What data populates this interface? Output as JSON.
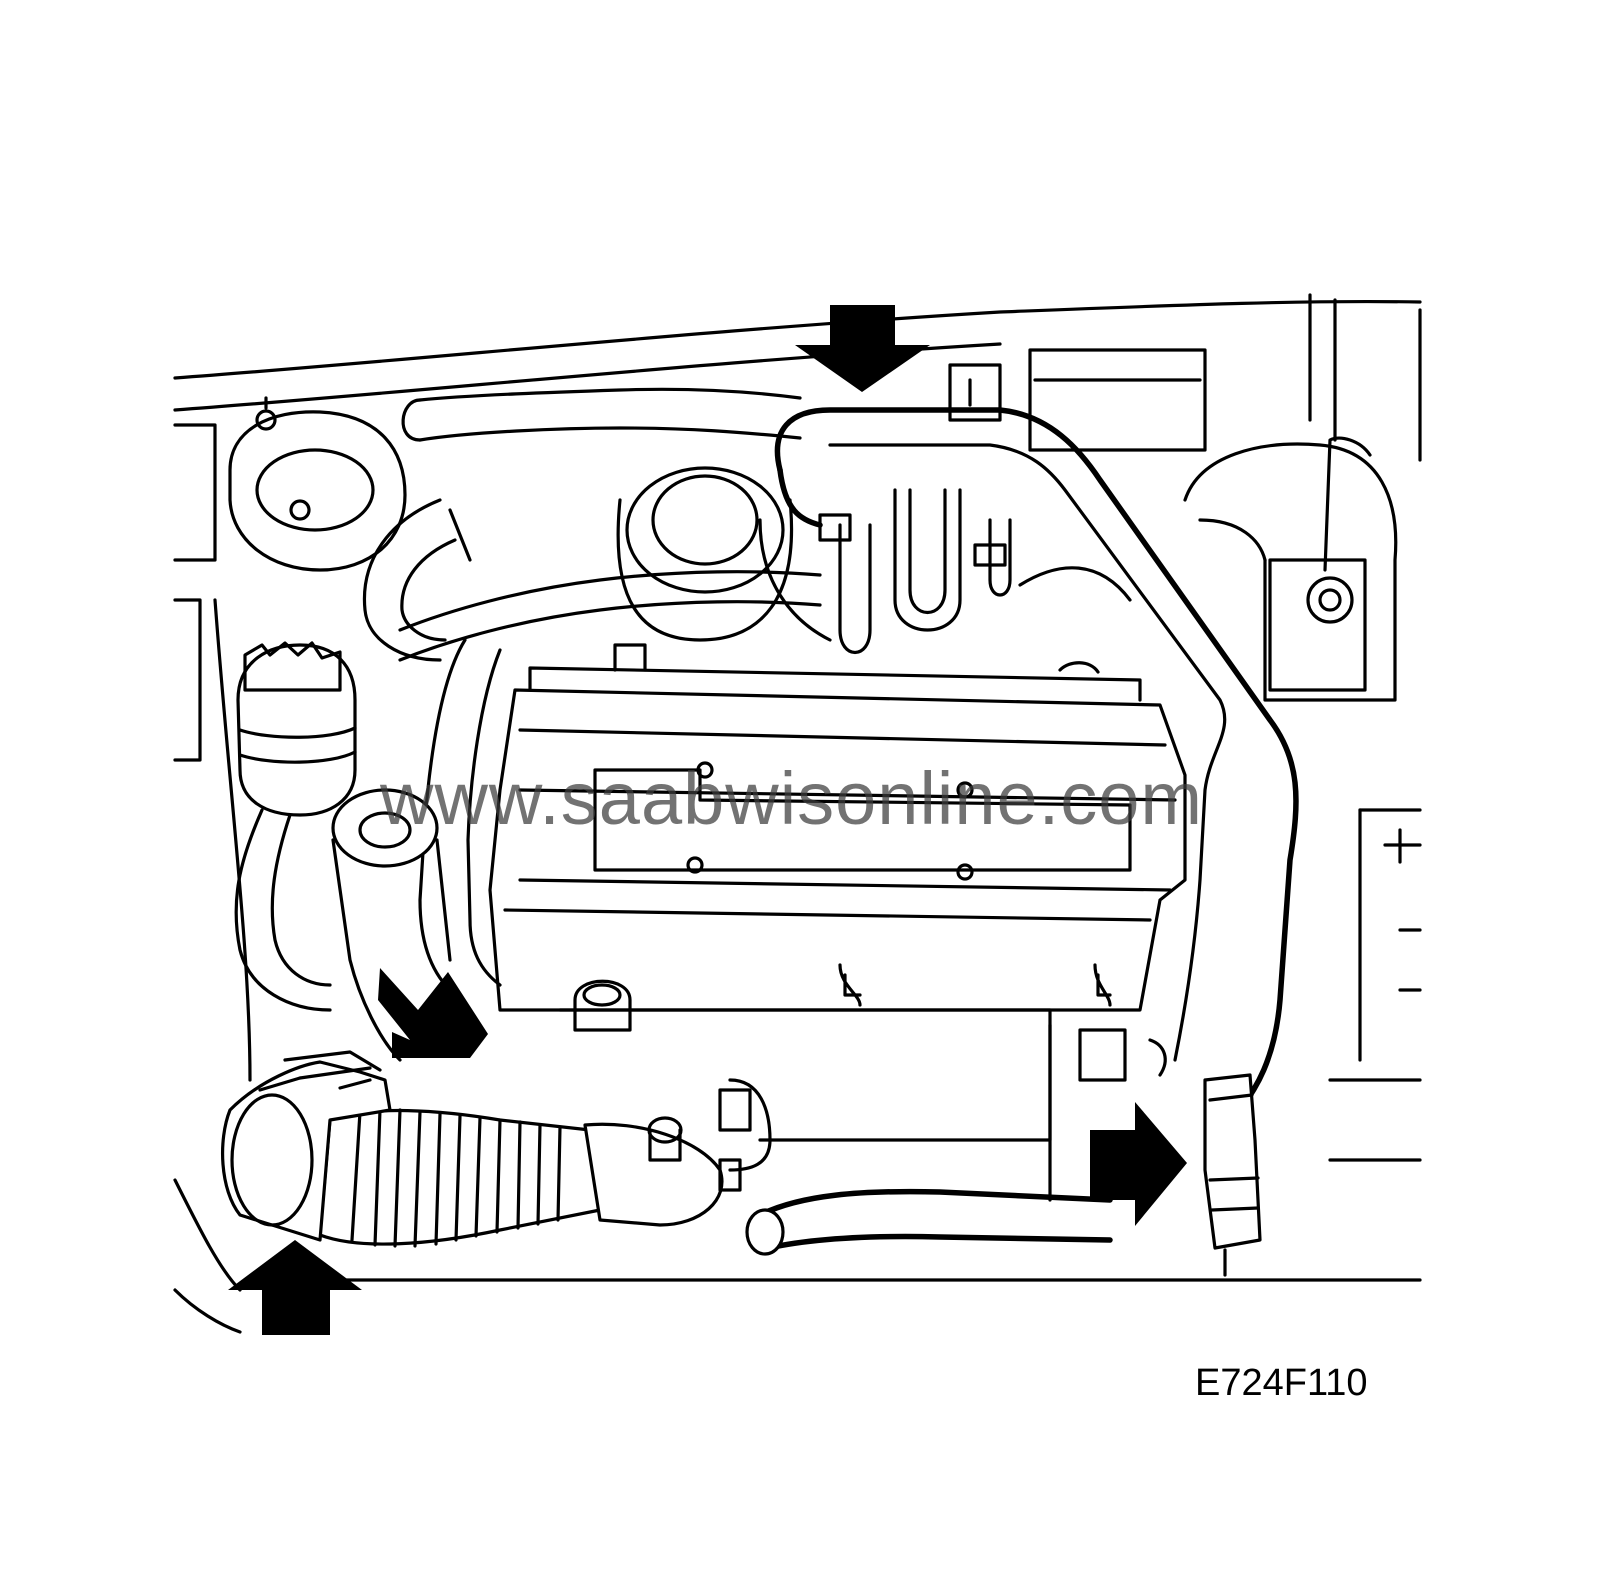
{
  "figure": {
    "code": "E724F110",
    "watermark": "www.saabwisonline.com"
  },
  "colors": {
    "line": "#000000",
    "background": "#ffffff",
    "watermark": "#3c3c3c"
  },
  "callouts": [
    {
      "name": "arrow-top",
      "direction": "down"
    },
    {
      "name": "arrow-middle-left",
      "direction": "down-right"
    },
    {
      "name": "arrow-bottom-right",
      "direction": "right"
    },
    {
      "name": "arrow-bottom-left",
      "direction": "up"
    }
  ]
}
